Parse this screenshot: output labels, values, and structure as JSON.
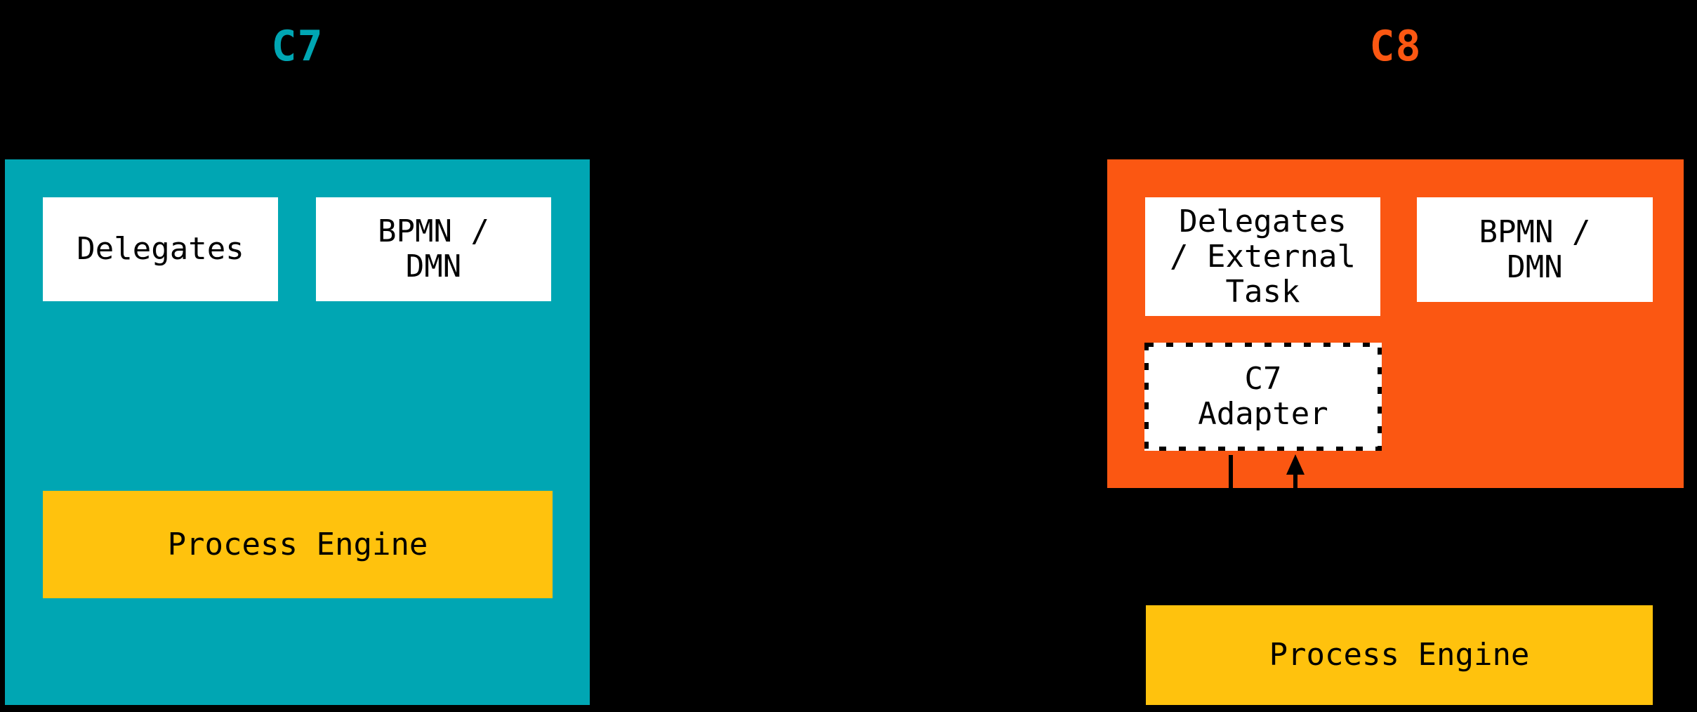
{
  "colors": {
    "bg": "#000000",
    "teal": "#00A6B3",
    "orange": "#FB5712",
    "yellow": "#FFC20D",
    "box-bg": "#FFFFFF",
    "text": "#000000"
  },
  "c7": {
    "title": "C7",
    "delegates": "Delegates",
    "bpmn": [
      "BPMN /",
      "DMN"
    ],
    "engine": "Process Engine"
  },
  "c8": {
    "title": "C8",
    "delegates": [
      "Delegates",
      "/ External",
      "Task"
    ],
    "bpmn": [
      "BPMN /",
      "DMN"
    ],
    "adapter": [
      "C7",
      "Adapter"
    ],
    "engine": "Process Engine"
  }
}
